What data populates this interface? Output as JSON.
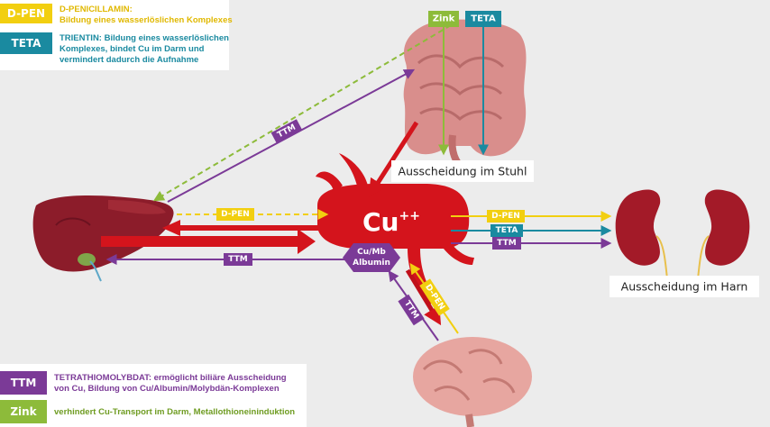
{
  "legend_top": [
    {
      "tag": "D-PEN",
      "color": "#f2cf10",
      "lines": [
        "D-PENICILLAMIN:",
        "Bildung eines wasserlöslichen Komplexes"
      ]
    },
    {
      "tag": "TETA",
      "color": "#1a8aa0",
      "lines": [
        "TRIENTIN: Bildung eines wasserlöslichen",
        "Komplexes, bindet Cu im Darm und",
        "vermindert dadurch die Aufnahme"
      ]
    }
  ],
  "legend_bottom": [
    {
      "tag": "TTM",
      "color": "#7b3a97",
      "lines": [
        "TETRATHIOMOLYBDAT: ermöglicht biliäre Ausscheidung",
        "von Cu, Bildung von Cu/Albumin/Molybdän-Komplexen"
      ]
    },
    {
      "tag": "Zink",
      "color": "#8dbb3a",
      "lines": [
        "verhindert Cu-Transport im Darm, Metallothioneininduktion"
      ]
    }
  ],
  "center": {
    "cu": "Cu",
    "cu_sup": "++",
    "complex_line1": "Cu/Mb",
    "complex_line2": "Albumin"
  },
  "labels": {
    "stool": "Ausscheidung im Stuhl",
    "urine": "Ausscheidung im Harn",
    "zink": "Zink",
    "teta": "TETA",
    "dpen": "D-PEN",
    "ttm": "TTM"
  },
  "colors": {
    "red": "#d4141c",
    "dark_red": "#b00d14",
    "dpen": "#f2cf10",
    "teta": "#1a8aa0",
    "ttm": "#7b3a97",
    "zink": "#8dbb3a",
    "liver": "#8c1c2a",
    "kidney": "#a31a28",
    "intestine": "#d98e8c",
    "brain": "#e7a6a0"
  }
}
